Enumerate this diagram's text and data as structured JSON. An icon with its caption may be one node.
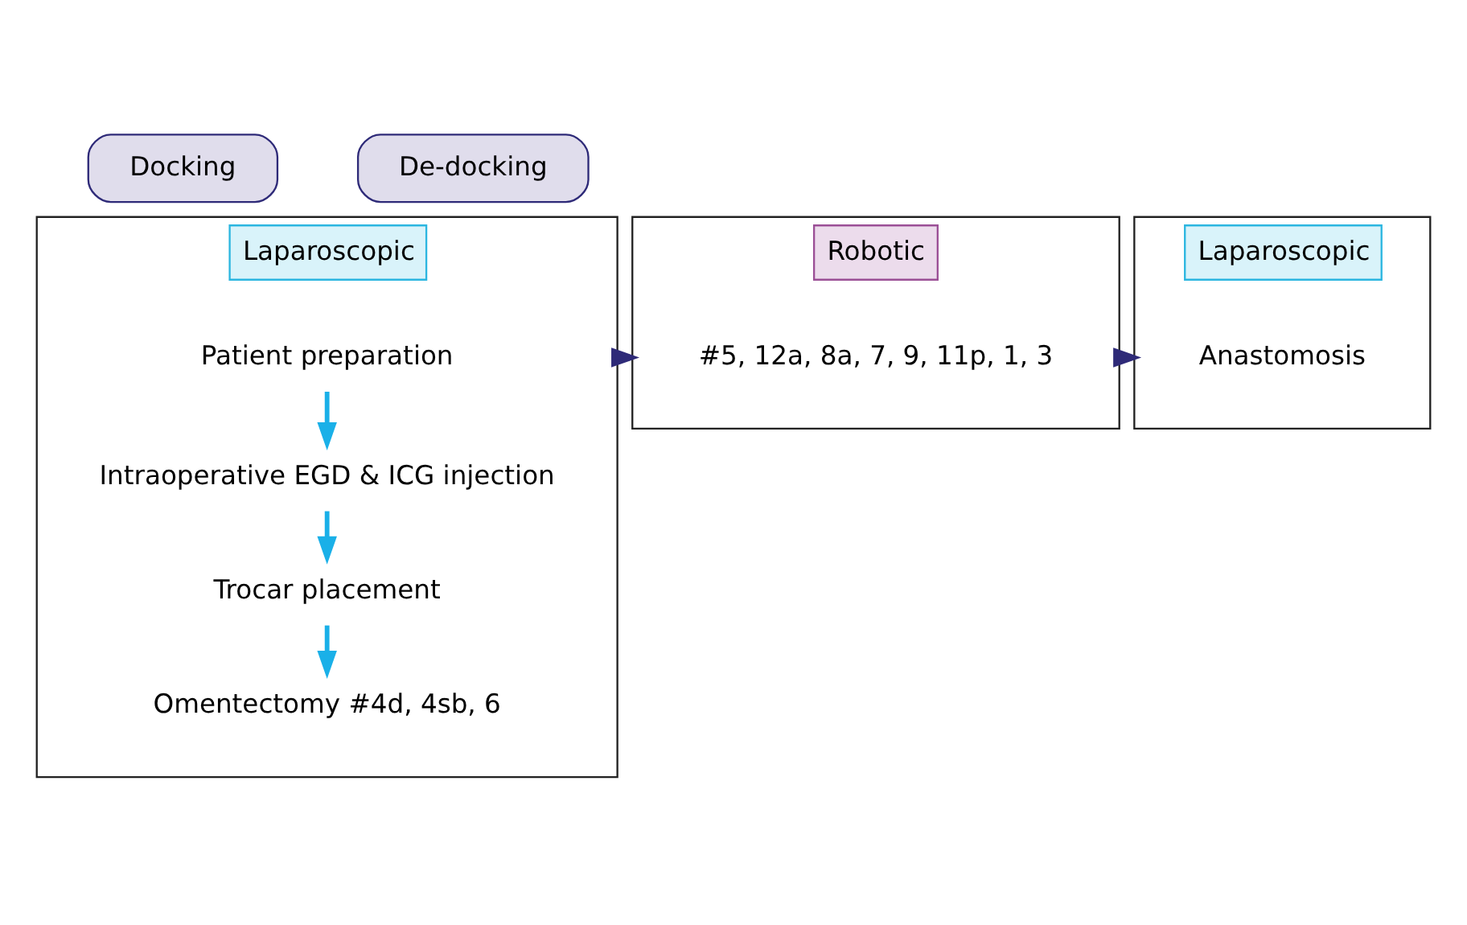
{
  "diagram": {
    "nodes": [
      {
        "text": [
          "Laparoscopic"
        ]
      },
      {
        "text": [
          "Patient preparation"
        ],
        "in": 0
      },
      {
        "text": [
          "Intraoperative EGD & ICG injection"
        ],
        "in": 0
      },
      {
        "text": [
          "Trocar placement"
        ],
        "in": 0
      },
      {
        "text": [
          "Omentectomy #4d, 4sb, 6"
        ],
        "in": 0
      },
      {
        "text": [
          "Docking"
        ]
      },
      {
        "text": [
          "Robotic"
        ]
      },
      {
        "text": [
          "#5, 12a, 8a, 7, 9, 11p, 1, 3"
        ],
        "in": 6
      },
      {
        "text": [
          "De-docking"
        ]
      },
      {
        "text": [
          "Laparoscopic"
        ]
      },
      {
        "text": [
          "Anastomosis"
        ],
        "in": 9
      }
    ],
    "edges": [
      {
        "from": 1,
        "to": 2,
        "arrow": "to",
        "color": "#1ab0e8"
      },
      {
        "from": 2,
        "to": 3,
        "arrow": "to",
        "color": "#1ab0e8"
      },
      {
        "from": 3,
        "to": 4,
        "arrow": "to",
        "color": "#1ab0e8"
      },
      {
        "from": 0,
        "to": 6,
        "arrow": "to"
      },
      {
        "from": 6,
        "to": 9,
        "arrow": "to"
      }
    ]
  }
}
